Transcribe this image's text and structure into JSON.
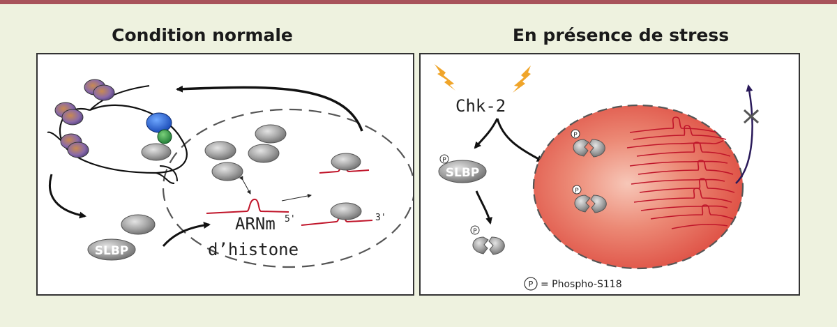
{
  "titles": {
    "left": "Condition normale",
    "right": "En présence de stress"
  },
  "left_panel": {
    "slbp": "SLBP",
    "mrna_line1": "ARNm",
    "mrna_line2": "d’histone",
    "five_prime": "5'",
    "three_prime": "3'"
  },
  "right_panel": {
    "kinase": "Chk-2",
    "slbp": "SLBP",
    "phospho_symbol": "P",
    "legend_text": "= Phospho-S118"
  },
  "colors": {
    "topbar": "#a8545b",
    "background": "#eef2df",
    "mrna": "#c0152a",
    "nucleus": "#e05a4e",
    "nucleosome": "#8a6aa8",
    "lightning": "#f0a52a",
    "arrow_dark": "#2a1a5a"
  }
}
